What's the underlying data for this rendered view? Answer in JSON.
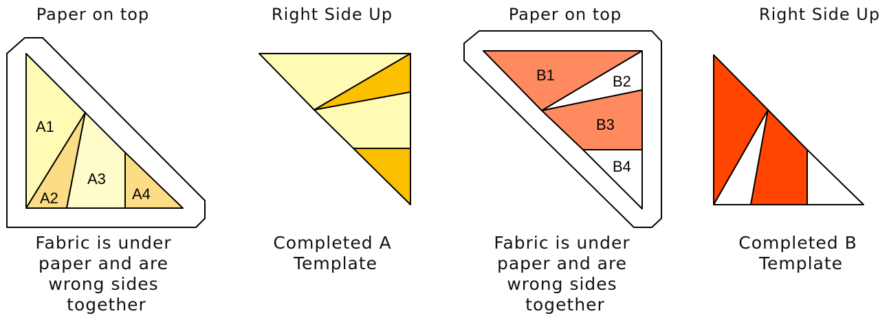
{
  "colors": {
    "pale_yellow": "#FFFAB4",
    "light_yellow": "#FFFCCB",
    "tan_yellow": "#FDDC86",
    "orange_yellow": "#FDC000",
    "salmon": "#FF8A60",
    "red_orange": "#FF4500",
    "white": "#FFFFFF",
    "outline": "#000000"
  },
  "panels": [
    {
      "heading": "Paper on top",
      "caption": [
        "Fabric is under",
        "paper and are",
        "wrong sides",
        "together"
      ],
      "labels": [
        "A1",
        "A2",
        "A3",
        "A4"
      ]
    },
    {
      "heading": "Right Side Up",
      "caption": [
        "Completed A",
        "Template"
      ]
    },
    {
      "heading": "Paper on top",
      "caption": [
        "Fabric is under",
        "paper and are",
        "wrong sides",
        "together"
      ],
      "labels": [
        "B1",
        "B2",
        "B3",
        "B4"
      ]
    },
    {
      "heading": "Right Side Up",
      "caption": [
        "Completed B",
        "Template"
      ]
    }
  ]
}
